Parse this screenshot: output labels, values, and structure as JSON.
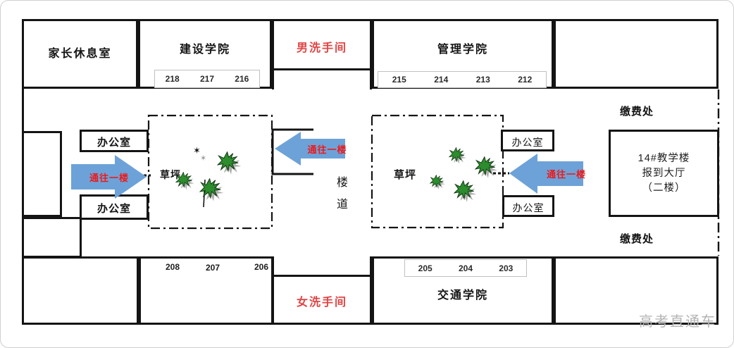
{
  "diagram": {
    "watermark": "高考直通车",
    "labels": {
      "family_lounge": "家长休息室",
      "construction_college": "建设学院",
      "mens_restroom": "男洗手间",
      "management_college": "管理学院",
      "payment_office": "缴费处",
      "office": "办公室",
      "lawn": "草坪",
      "to_first_floor": "通往一楼",
      "corridor_char_1": "楼",
      "corridor_char_2": "道",
      "hall_line_1": "14#教学楼",
      "hall_line_2": "报到大厅",
      "hall_line_3": "（二楼）",
      "womens_restroom": "女洗手间",
      "transport_college": "交通学院"
    },
    "room_numbers": {
      "construction": [
        "218",
        "217",
        "216"
      ],
      "management": [
        "215",
        "214",
        "213",
        "212"
      ],
      "south_wing": [
        "208",
        "207",
        "206"
      ],
      "transport": [
        "205",
        "204",
        "203"
      ]
    },
    "colors": {
      "arrow_blue": "#6da2d8",
      "arrow_text_red": "#ed1a1a",
      "restroom_red": "#e04545",
      "wall_black": "#141414",
      "lawn_green": "#2d8c2d",
      "shadow_gray": "#9a9a9a",
      "watermark_gray": "#b3b3b3"
    }
  }
}
